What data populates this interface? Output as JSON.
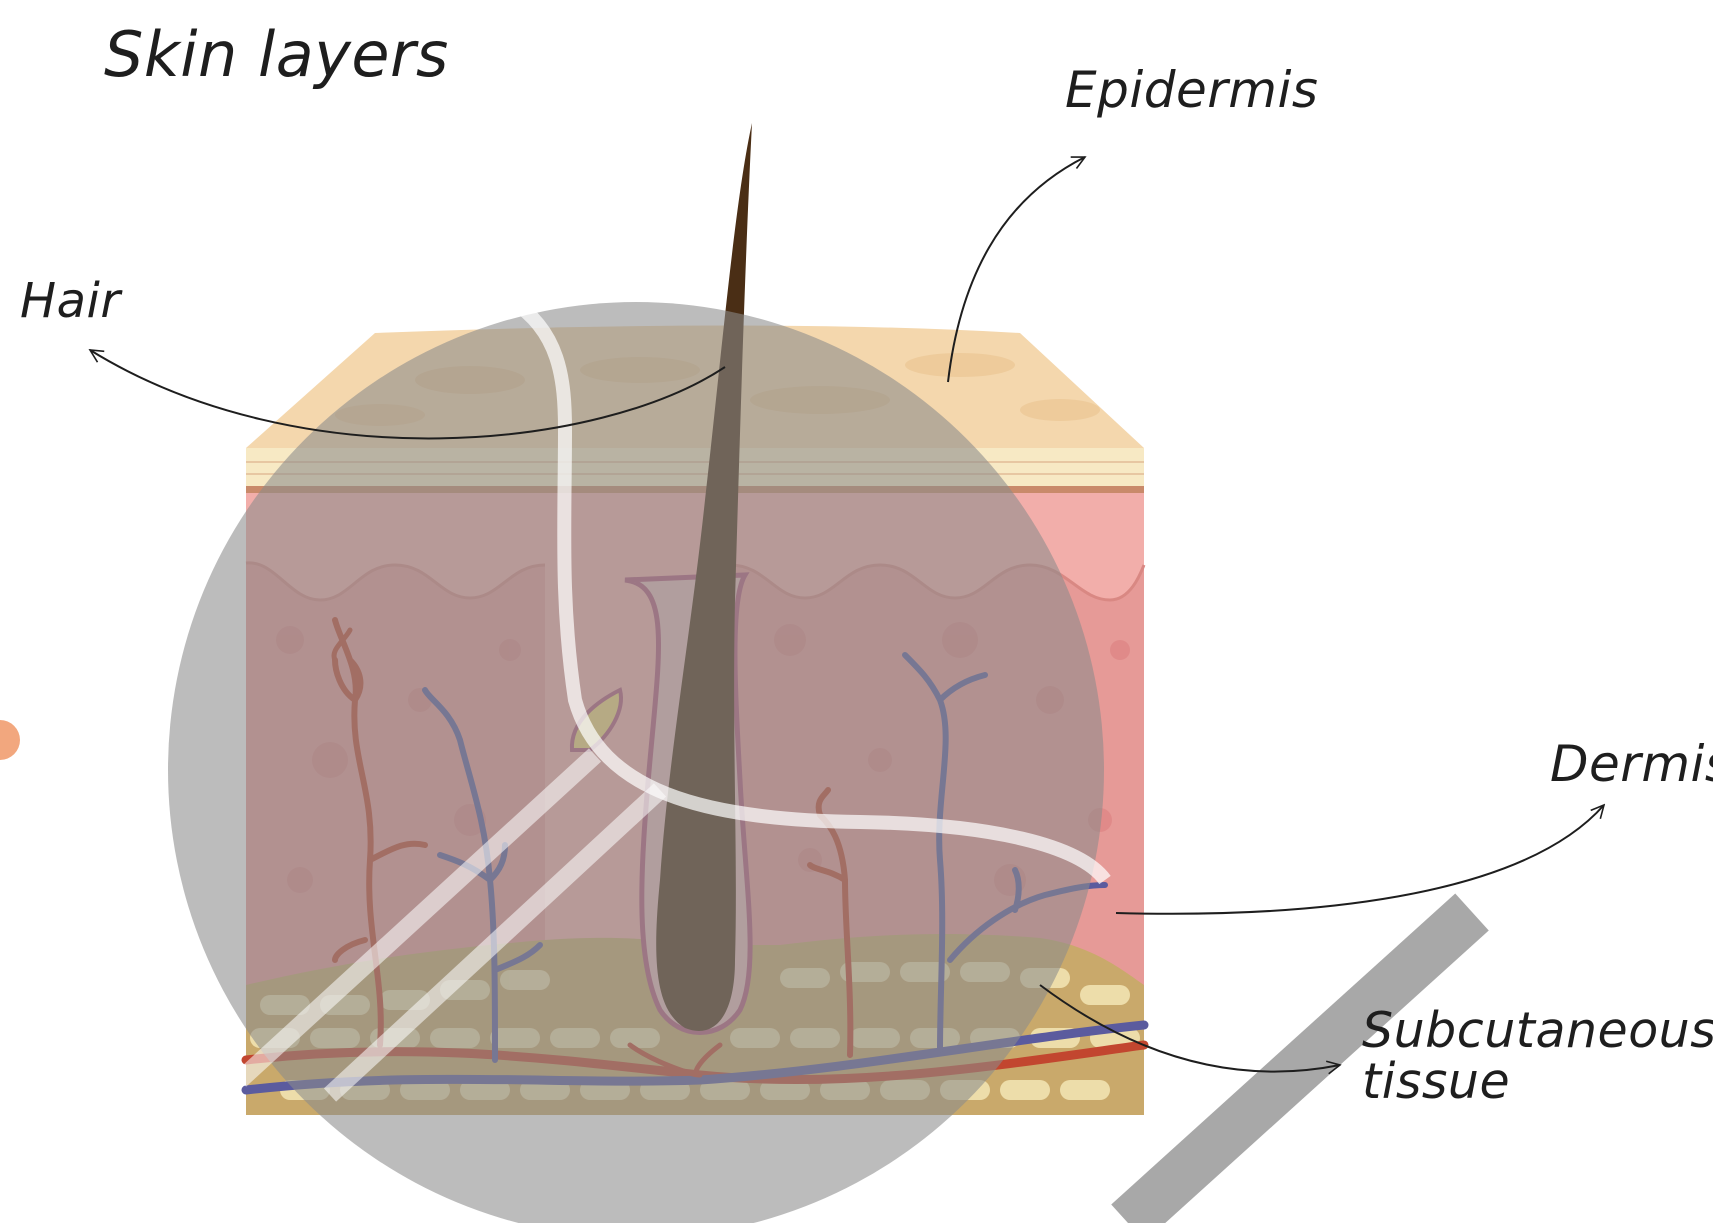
{
  "diagram": {
    "title": "Skin layers",
    "labels": {
      "hair": "Hair",
      "epidermis": "Epidermis",
      "dermis": "Dermis",
      "subcutaneous_line1": "Subcutaneous",
      "subcutaneous_line2": "tissue"
    }
  },
  "colors": {
    "epidermis_top": "#f4d7ad",
    "epidermis_band": "#f7e9c4",
    "dermis": "#f2aeaa",
    "subcutaneous": "#c9a96b",
    "fat_cell": "#f4e7b6",
    "hair": "#4a2e15",
    "artery": "#c2462f",
    "vein": "#5b5b9e",
    "overlay": "#8c8c8c",
    "accent_dot": "#f2a77e"
  }
}
